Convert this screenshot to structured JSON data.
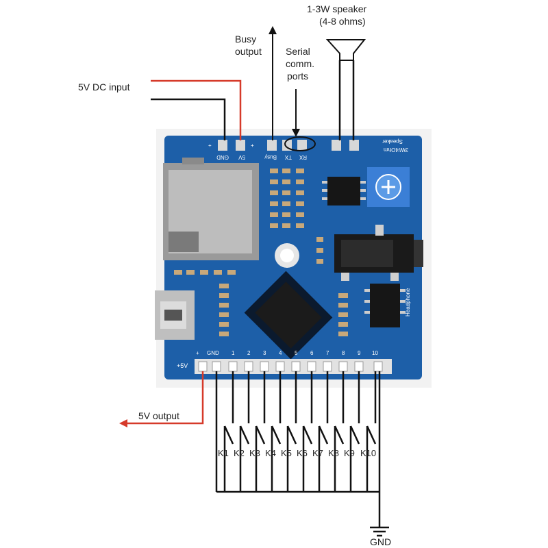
{
  "labels": {
    "speaker_line1": "1-3W speaker",
    "speaker_line2": "(4-8 ohms)",
    "busy_line1": "Busy",
    "busy_line2": "output",
    "serial_line1": "Serial",
    "serial_line2": "comm.",
    "serial_line3": "ports",
    "dc_input": "5V DC input",
    "v_output": "5V output",
    "gnd": "GND"
  },
  "board": {
    "top_pins": [
      "GND",
      "5V",
      "Busy",
      "TX",
      "RX"
    ],
    "speaker_text_1": "3W/4Ohm",
    "speaker_text_2": "Speaker",
    "headphone_text": "Headphone",
    "left_plus": "+",
    "right_plus": "+",
    "bottom_plus5v": "+5V",
    "bottom_plus": "+",
    "bottom_gnd": "GND",
    "bottom_numbers": [
      "1",
      "2",
      "3",
      "4",
      "5",
      "6",
      "7",
      "8",
      "9",
      "10"
    ]
  },
  "keys": [
    "K1",
    "K2",
    "K3",
    "K4",
    "K5",
    "K6",
    "K7",
    "K8",
    "K9",
    "K10"
  ],
  "colors": {
    "pcb": "#1d5fa8",
    "wire_black": "#111111",
    "wire_red": "#d63a2a"
  }
}
